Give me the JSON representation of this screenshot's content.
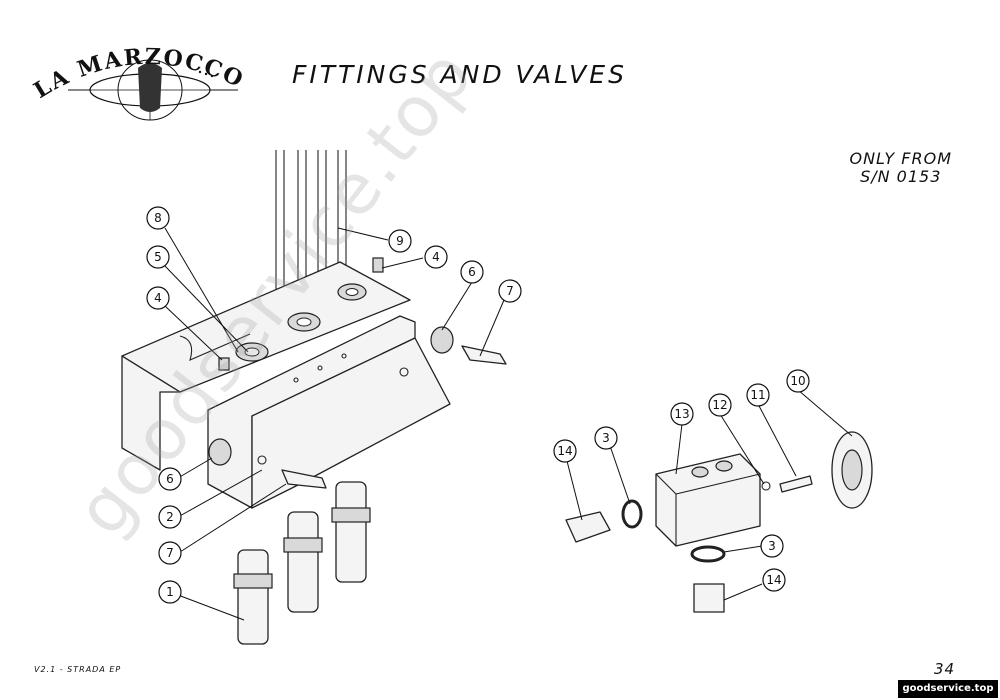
{
  "header": {
    "brand": "LA MARZOCCO",
    "title": "FITTINGS AND VALVES"
  },
  "note": {
    "line1": "ONLY FROM",
    "line2": "S/N 0153"
  },
  "footer": {
    "model": "V2.1 - STRADA EP",
    "page_number": "34",
    "site_badge": "goodservice.top"
  },
  "watermark": "goodservice.top",
  "callouts": [
    {
      "id": "c8",
      "label": "8"
    },
    {
      "id": "c9",
      "label": "9"
    },
    {
      "id": "c5",
      "label": "5"
    },
    {
      "id": "c4a",
      "label": "4"
    },
    {
      "id": "c4b",
      "label": "4"
    },
    {
      "id": "c6a",
      "label": "6"
    },
    {
      "id": "c7a",
      "label": "7"
    },
    {
      "id": "c6b",
      "label": "6"
    },
    {
      "id": "c2",
      "label": "2"
    },
    {
      "id": "c7b",
      "label": "7"
    },
    {
      "id": "c1",
      "label": "1"
    },
    {
      "id": "c14a",
      "label": "14"
    },
    {
      "id": "c3a",
      "label": "3"
    },
    {
      "id": "c13",
      "label": "13"
    },
    {
      "id": "c12",
      "label": "12"
    },
    {
      "id": "c11",
      "label": "11"
    },
    {
      "id": "c10",
      "label": "10"
    },
    {
      "id": "c3b",
      "label": "3"
    },
    {
      "id": "c14b",
      "label": "14"
    }
  ]
}
